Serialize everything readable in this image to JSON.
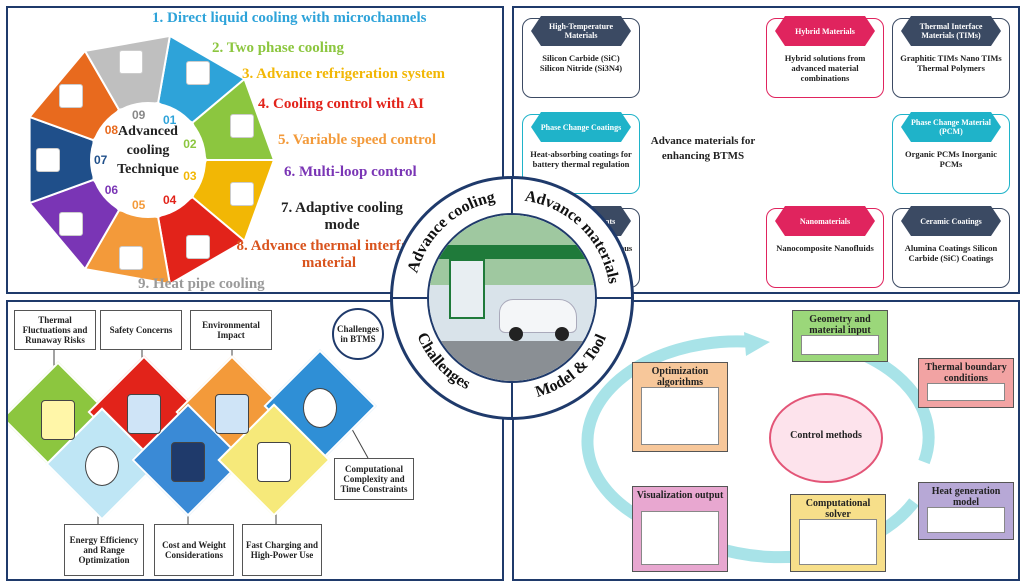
{
  "cooling": {
    "items": [
      {
        "text": "1. Direct liquid cooling with microchannels",
        "color": "#2ea3d9"
      },
      {
        "text": "2. Two phase cooling",
        "color": "#8cc63f"
      },
      {
        "text": "3. Advance refrigeration system",
        "color": "#f2b705"
      },
      {
        "text": "4. Cooling control with AI",
        "color": "#e2231a"
      },
      {
        "text": "5. Variable speed control",
        "color": "#f39a3a"
      },
      {
        "text": "6. Multi-loop control",
        "color": "#7a35b5"
      },
      {
        "text": "7. Adaptive cooling mode",
        "color": "#222222"
      },
      {
        "text": "8. Advance thermal interface material",
        "color": "#d9541e"
      },
      {
        "text": "9. Heat pipe cooling",
        "color": "#9a9a9a"
      }
    ],
    "center_line1": "Advanced",
    "center_line2": "cooling",
    "center_line3": "Technique",
    "numbers": [
      "01",
      "02",
      "03",
      "04",
      "05",
      "06",
      "07",
      "08",
      "09"
    ]
  },
  "center_ring": {
    "advance_cooling": "Advance cooling",
    "advance_materials": "Advance materials",
    "challenges": "Challenges",
    "model_tool": "Model & Tool"
  },
  "materials": {
    "center": "Advance materials for enhancing BTMS",
    "cards": [
      {
        "head": "High-Temperature Materials",
        "body": "Silicon Carbide (SiC) Silicon Nitride (Si3N4)",
        "color": "#3b4a63"
      },
      {
        "head": "Hybrid Materials",
        "body": "Hybrid solutions from advanced material combinations",
        "color": "#e0245e"
      },
      {
        "head": "Thermal Interface Materials (TIMs)",
        "body": "Graphitic TIMs Nano TIMs Thermal Polymers",
        "color": "#3b4a63"
      },
      {
        "head": "Phase Change Coatings",
        "body": "Heat-absorbing coatings for battery thermal regulation",
        "color": "#1fb3c9"
      },
      {
        "head": "Phase Change Material (PCM)",
        "body": "Organic PCMs Inorganic PCMs",
        "color": "#1fb3c9"
      },
      {
        "head": "Fluids and Coolants",
        "body": "Dielectric Coolants Aqueous Nanofluids",
        "color": "#3b4a63"
      },
      {
        "head": "Nanomaterials",
        "body": "Nanocomposite Nanofluids",
        "color": "#e0245e"
      },
      {
        "head": "Ceramic Coatings",
        "body": "Alumina Coatings Silicon Carbide (SiC) Coatings",
        "color": "#3b4a63"
      }
    ]
  },
  "challenges": {
    "title": "Challenges in BTMS",
    "top_boxes": [
      "Thermal Fluctuations and Runaway Risks",
      "Safety Concerns",
      "Environmental Impact"
    ],
    "bottom_boxes": [
      "Energy Efficiency and Range Optimization",
      "Cost and Weight Considerations",
      "Fast Charging and High-Power Use"
    ],
    "side_box": "Computational Complexity and Time Constraints"
  },
  "model_tool": {
    "center": "Control methods",
    "boxes": [
      {
        "label": "Geometry and material input",
        "color": "#9bd77a"
      },
      {
        "label": "Thermal boundary conditions",
        "color": "#f2a3a3"
      },
      {
        "label": "Heat generation model",
        "color": "#b7a8d6"
      },
      {
        "label": "Computational solver",
        "color": "#f7df8a"
      },
      {
        "label": "Visualization output",
        "color": "#e8a7d0"
      },
      {
        "label": "Optimization algorithms",
        "color": "#f7c79a"
      }
    ]
  }
}
